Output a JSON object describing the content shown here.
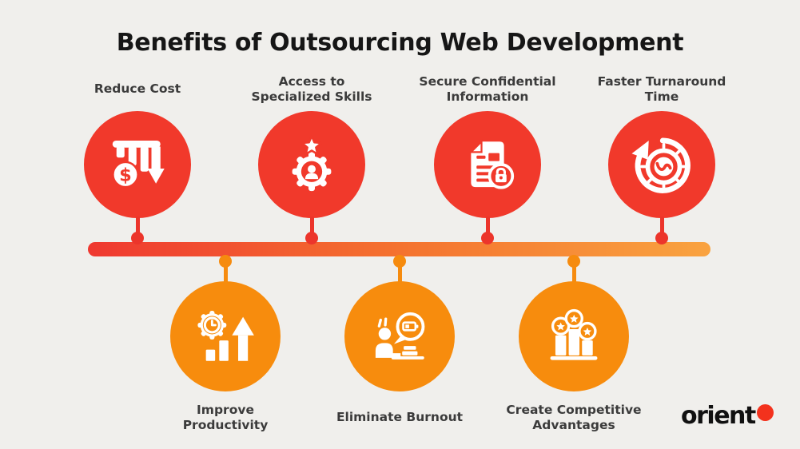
{
  "title": "Benefits of Outsourcing Web Development",
  "colors": {
    "background": "#F0EFEC",
    "red_circle": "#F1392B",
    "orange_circle": "#F78C0D",
    "bar_gradient_start": "#EF3830",
    "bar_gradient_end": "#F9A340",
    "title_text": "#161616",
    "label_text": "#3B3B3B",
    "logo_dot": "#F3321D"
  },
  "top_items": [
    {
      "label": "Reduce Cost",
      "label_lines": [
        "Reduce Cost"
      ],
      "icon": "cost-reduction-icon"
    },
    {
      "label": "Access to Specialized Skills",
      "label_lines": [
        "Access to",
        "Specialized Skills"
      ],
      "icon": "specialized-skills-icon"
    },
    {
      "label": "Secure Confidential Information",
      "label_lines": [
        "Secure Confidential",
        "Information"
      ],
      "icon": "secure-document-icon"
    },
    {
      "label": "Faster Turnaround Time",
      "label_lines": [
        "Faster Turnaround",
        "Time"
      ],
      "icon": "turnaround-clock-icon"
    }
  ],
  "bottom_items": [
    {
      "label": "Improve Productivity",
      "label_lines": [
        "Improve",
        "Productivity"
      ],
      "icon": "productivity-growth-icon"
    },
    {
      "label": "Eliminate Burnout",
      "label_lines": [
        "Eliminate Burnout"
      ],
      "icon": "burnout-person-icon"
    },
    {
      "label": "Create Competitive Advantages",
      "label_lines": [
        "Create Competitive",
        "Advantages"
      ],
      "icon": "competitive-podium-icon"
    }
  ],
  "logo": {
    "text": "orient"
  }
}
